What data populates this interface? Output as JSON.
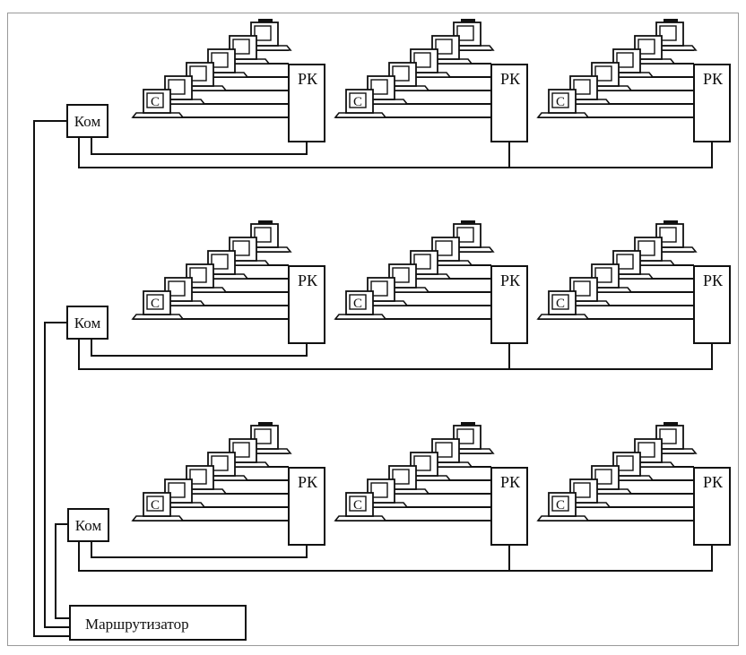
{
  "labels": {
    "switch": "Ком",
    "cluster": "РК",
    "computer": "С",
    "router": "Маршрутизатор"
  },
  "diagram": {
    "rows": 3,
    "clusters_per_row": 3,
    "computers_per_cluster": 6
  }
}
